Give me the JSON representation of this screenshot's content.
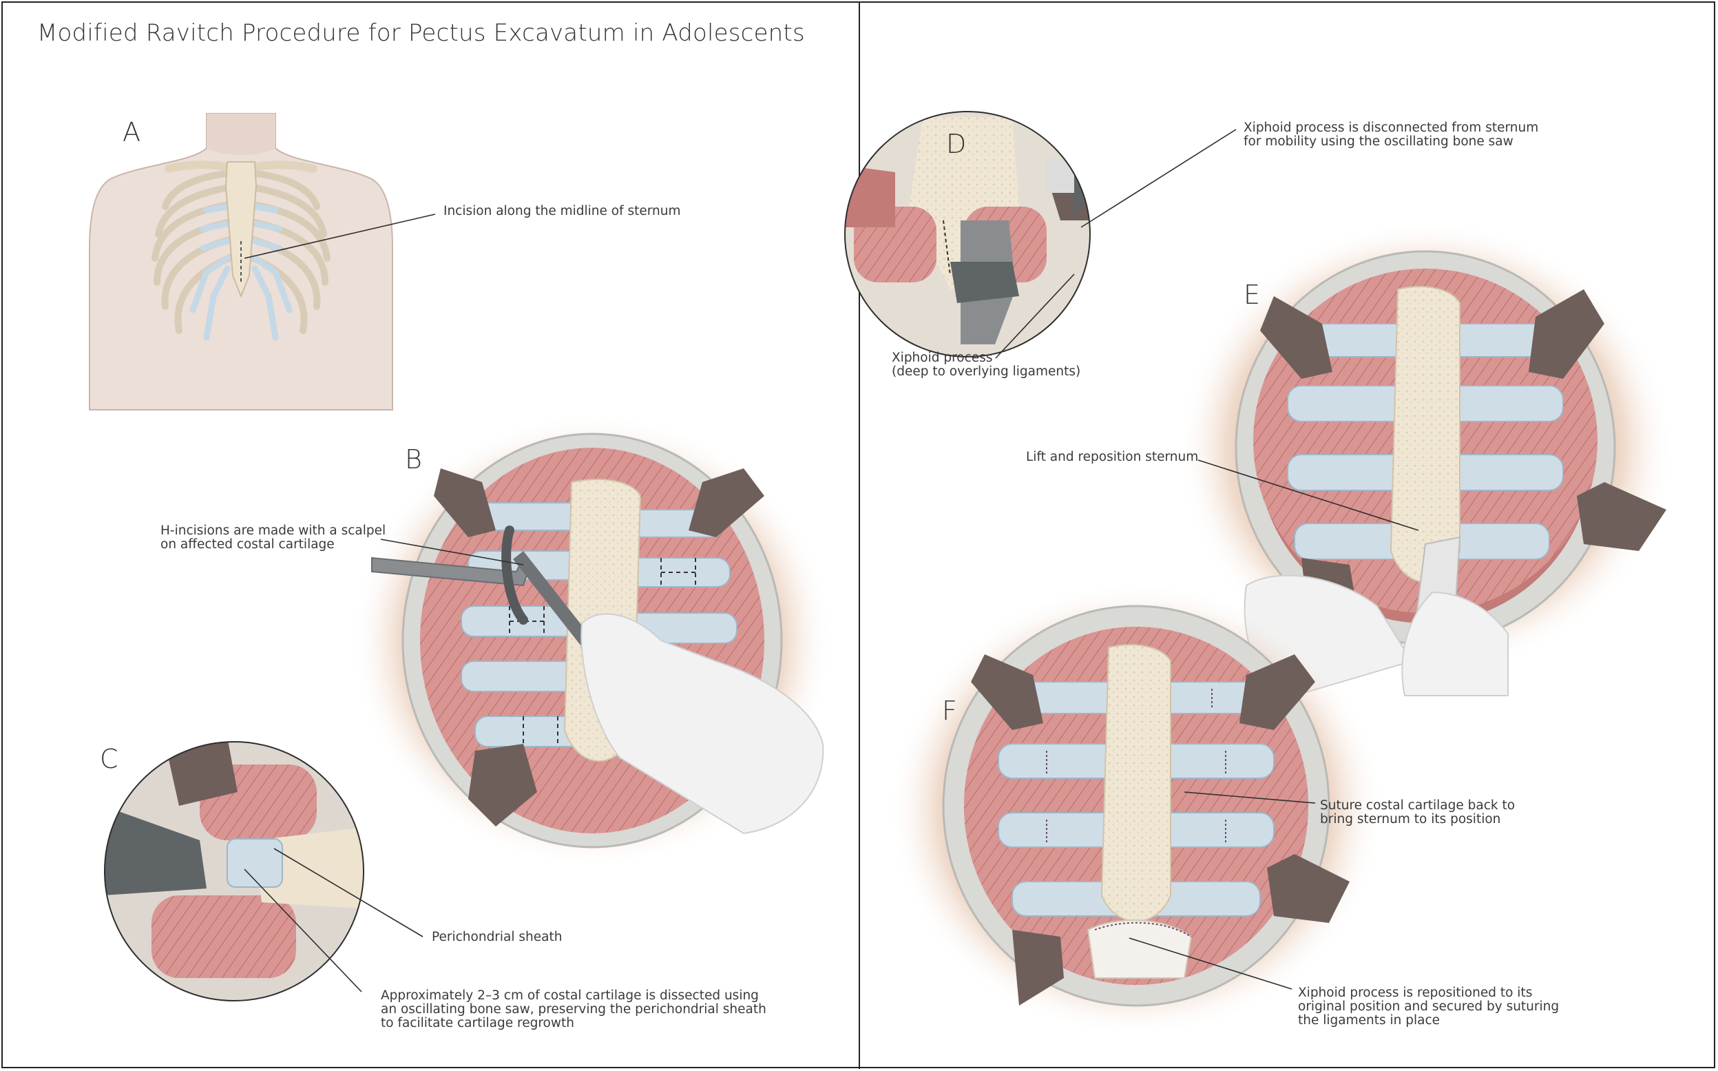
{
  "title": "Modified Ravitch Procedure for Pectus Excavatum in Adolescents",
  "panels": {
    "a": {
      "letter": "A",
      "caption": "Incision along the midline of sternum"
    },
    "b": {
      "letter": "B",
      "caption_line1": "H-incisions are made with a scalpel",
      "caption_line2": "on affected costal cartilage"
    },
    "c": {
      "letter": "C",
      "label1": "Perichondrial sheath",
      "caption_line1": "Approximately 2–3 cm of costal cartilage is dissected using",
      "caption_line2": "an oscillating bone saw, preserving the perichondrial sheath",
      "caption_line3": "to facilitate cartilage regrowth"
    },
    "d": {
      "letter": "D",
      "caption_line1": "Xiphoid process is disconnected from sternum",
      "caption_line2": "for mobility using the oscillating bone saw",
      "label_line1": "Xiphoid process",
      "label_line2": "(deep to overlying ligaments)"
    },
    "e": {
      "letter": "E",
      "caption": "Lift and reposition sternum"
    },
    "f": {
      "letter": "F",
      "caption1_line1": "Suture costal cartilage back to",
      "caption1_line2": "bring sternum to its position",
      "caption2_line1": "Xiphoid process is repositioned to its",
      "caption2_line2": "original position and secured by suturing",
      "caption2_line3": "the ligaments in place"
    }
  },
  "colors": {
    "skin": "#ecdfd8",
    "bone": "#eee3cf",
    "cartilage": "#cfdde7",
    "muscle": "#d99592",
    "retractor": "#6e5f5a",
    "halo": "#c98a5e",
    "sheet": "#d9d9d6",
    "glove": "#f2f2f2",
    "instrument": "#8a8d90"
  }
}
